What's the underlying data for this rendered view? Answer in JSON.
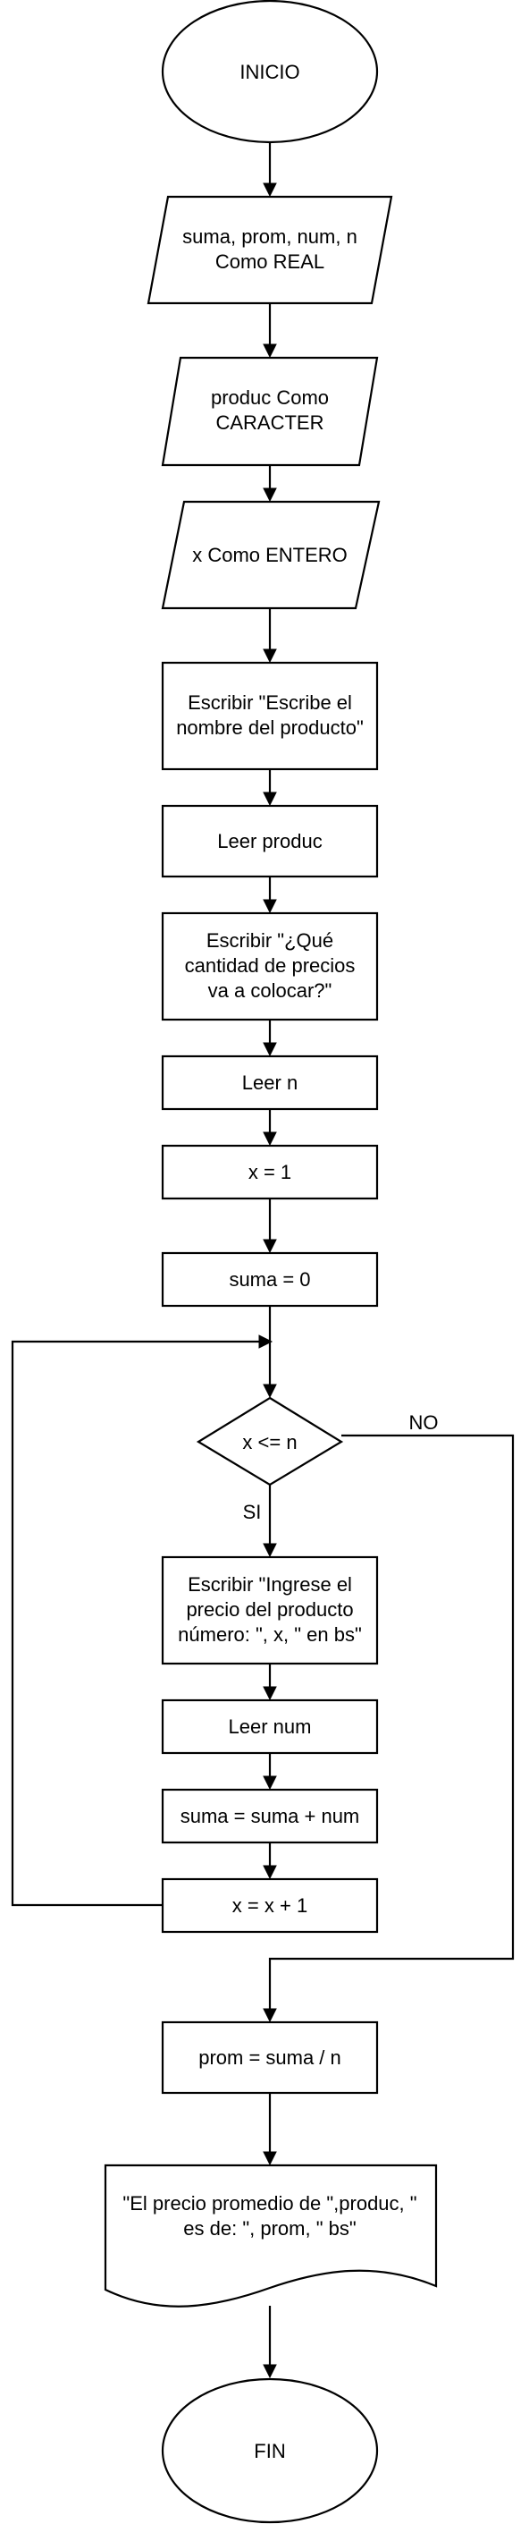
{
  "colors": {
    "line": "#000000",
    "fill": "#ffffff",
    "text": "#000000"
  },
  "flowchart": {
    "start": "INICIO",
    "declare_real": [
      "suma, prom, num, n",
      "Como REAL"
    ],
    "declare_char": [
      "produc Como",
      "CARACTER"
    ],
    "declare_int": "x Como ENTERO",
    "write_product_prompt": [
      "Escribir \"Escribe el",
      "nombre del producto\""
    ],
    "read_product": "Leer produc",
    "write_count_prompt": [
      "Escribir \"¿Qué",
      "cantidad de precios",
      "va a colocar?\""
    ],
    "read_n": "Leer n",
    "init_x": "x = 1",
    "init_sum": "suma = 0",
    "condition": "x <= n",
    "label_yes": "SI",
    "label_no": "NO",
    "write_price_prompt": [
      "Escribir \"Ingrese el",
      "precio del producto",
      "número: \", x, \" en bs\""
    ],
    "read_num": "Leer num",
    "accumulate": "suma = suma + num",
    "increment": "x = x + 1",
    "average": "prom = suma / n",
    "output": [
      "\"El precio promedio de \",produc, \"",
      "es de: \", prom, \" bs\""
    ],
    "end": "FIN"
  }
}
